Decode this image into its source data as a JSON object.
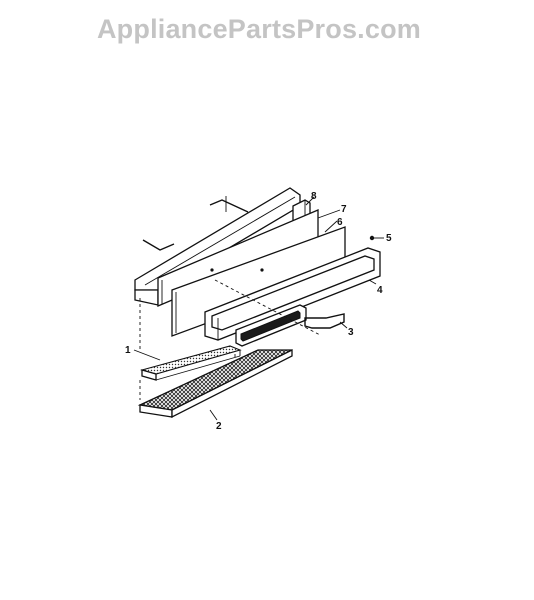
{
  "watermark": {
    "text": "AppliancePartsPros.com"
  },
  "callouts": {
    "c1": "1",
    "c2": "2",
    "c3": "3",
    "c4": "4",
    "c5": "5",
    "c6": "6",
    "c7": "7",
    "c8": "8"
  }
}
